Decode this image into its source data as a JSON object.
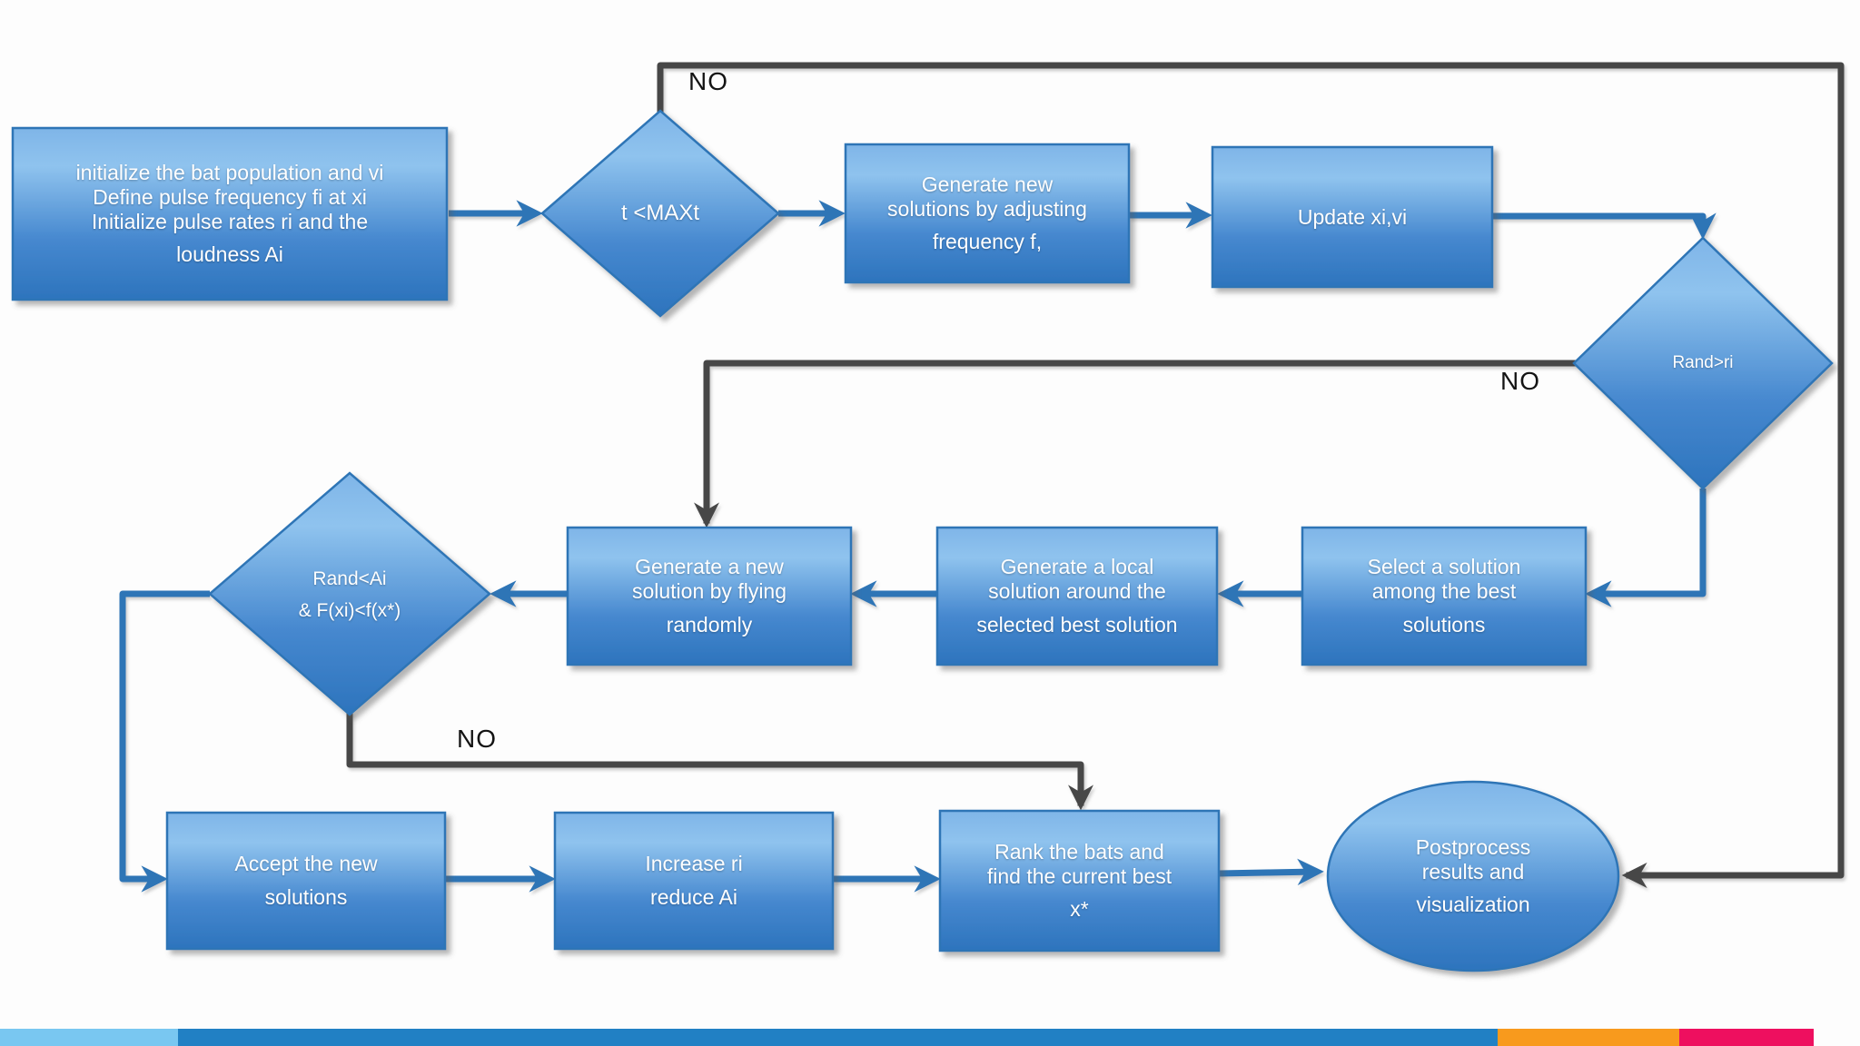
{
  "nodes": {
    "init": {
      "lines": [
        "initialize the bat population and vi",
        "Define pulse frequency fi at xi",
        "Initialize pulse rates ri and the",
        "loudness Ai"
      ]
    },
    "t_max": {
      "lines": [
        "t <MAXt"
      ]
    },
    "gen_new": {
      "lines": [
        "Generate new",
        "solutions by adjusting",
        "frequency f,"
      ]
    },
    "update": {
      "lines": [
        "Update xi,vi"
      ]
    },
    "rand_ri": {
      "lines": [
        "Rand>ri"
      ]
    },
    "select": {
      "lines": [
        "Select a solution",
        "among the best",
        "solutions"
      ]
    },
    "local": {
      "lines": [
        "Generate a local",
        "solution around the",
        "selected best solution"
      ]
    },
    "flying": {
      "lines": [
        "Generate a new",
        "solution by flying",
        "randomly"
      ]
    },
    "rand_ai": {
      "lines": [
        "Rand<Ai",
        "& F(xi)<f(x*)"
      ]
    },
    "accept": {
      "lines": [
        "Accept the new",
        "solutions"
      ]
    },
    "increase": {
      "lines": [
        "Increase ri",
        "reduce Ai"
      ]
    },
    "rank": {
      "lines": [
        "Rank the bats and",
        "find the current best",
        "x*"
      ]
    },
    "postprocess": {
      "lines": [
        "Postprocess",
        "results and",
        "visualization"
      ]
    }
  },
  "labels": {
    "no_top": "NO",
    "no_rand_ri": "NO",
    "no_rand_ai": "NO"
  },
  "colors": {
    "node_fill_top": "#8fc3ee",
    "node_fill_bottom": "#2d74bd",
    "node_border": "#2e75b6",
    "arrow_blue": "#2e75b6",
    "line_dark": "#474747",
    "bar": [
      "#79c7f1",
      "#2180c4",
      "#f89a1d",
      "#ee0f5f"
    ]
  }
}
